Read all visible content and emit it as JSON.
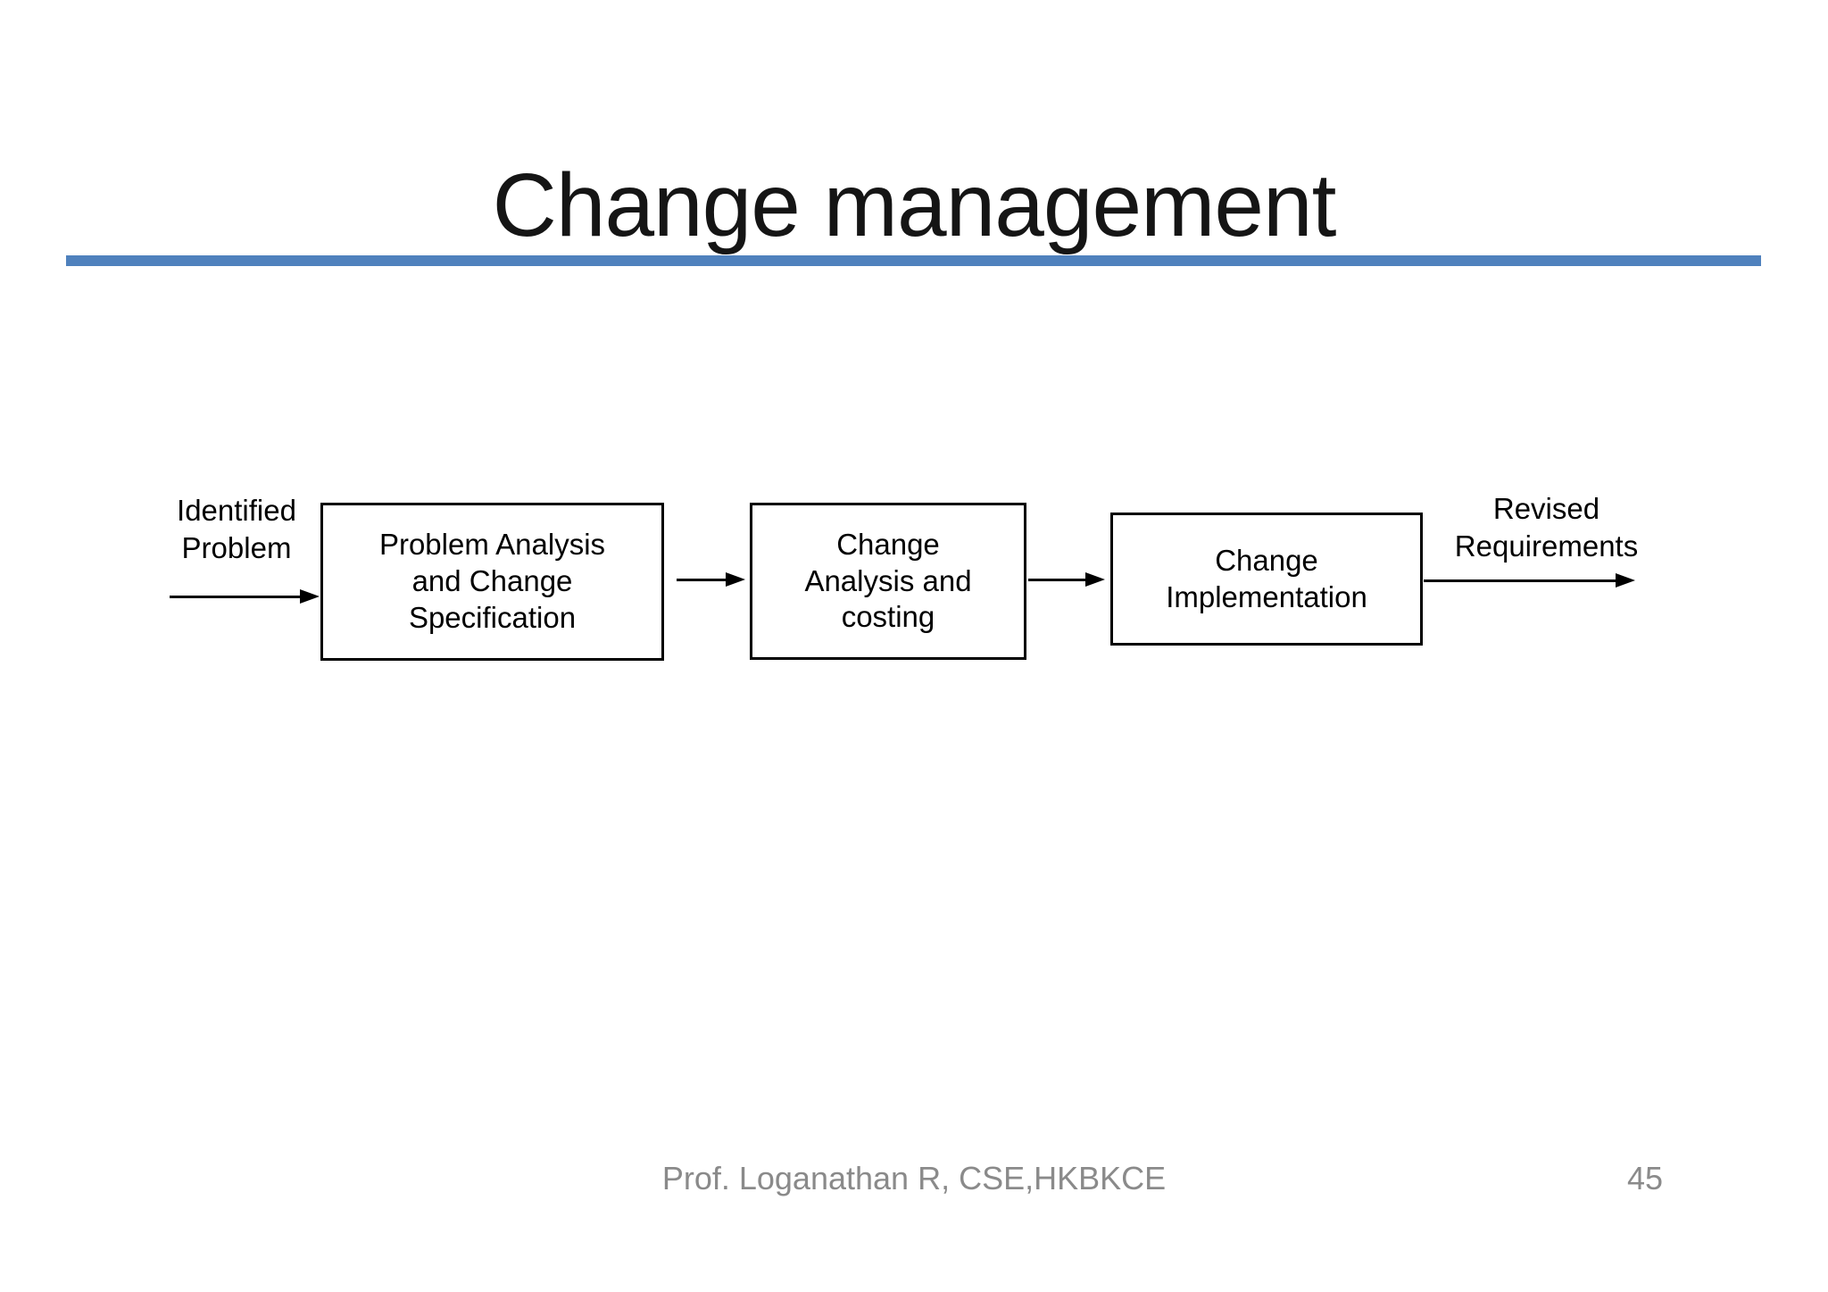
{
  "slide": {
    "title": "Change management",
    "accent_color": "#4f81bd",
    "footer_author": "Prof. Loganathan R, CSE,HKBKCE",
    "footer_page": "45"
  },
  "diagram": {
    "input_label": "Identified\nProblem",
    "output_label": "Revised\nRequirements",
    "boxes": [
      {
        "label": "Problem Analysis\nand Change\nSpecification"
      },
      {
        "label": "Change\nAnalysis and\ncosting"
      },
      {
        "label": "Change\nImplementation"
      }
    ]
  }
}
